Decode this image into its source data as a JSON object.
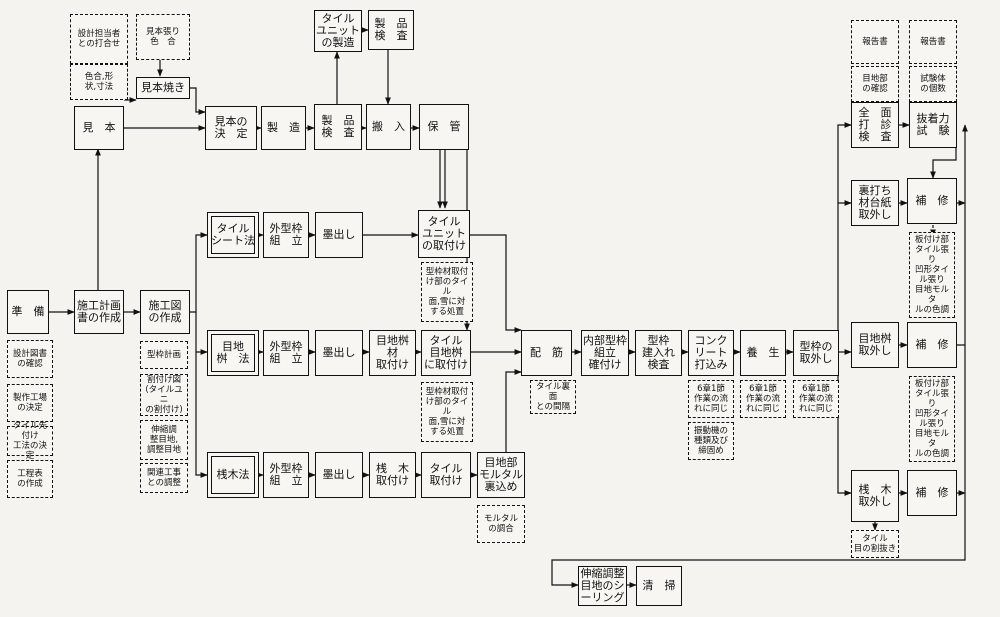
{
  "nodes": [
    {
      "id": "n-junbi",
      "text": "準　備",
      "note": false
    },
    {
      "id": "n-sekkei",
      "text": "設計図書\nの確認",
      "note": true
    },
    {
      "id": "n-kojo",
      "text": "製作工場\nの決定",
      "note": true
    },
    {
      "id": "n-tile-saki",
      "text": "タイル先付け\n工法の決定",
      "note": true
    },
    {
      "id": "n-kotei",
      "text": "工程表\nの作成",
      "note": true
    },
    {
      "id": "n-sekou-keikaku",
      "text": "施工計画\n書の作成",
      "note": false
    },
    {
      "id": "n-sekou-zu",
      "text": "施工図\nの作成",
      "note": false
    },
    {
      "id": "n-katawaku-keikaku",
      "text": "型枠計画",
      "note": true
    },
    {
      "id": "n-waritsuke",
      "text": "割付け図\n(タイルユニ\nの割付け)",
      "note": true
    },
    {
      "id": "n-shinshuku",
      "text": "伸縮調\n整目地,\n調整目地",
      "note": true
    },
    {
      "id": "n-kanren",
      "text": "関連工事\nとの調整",
      "note": true
    },
    {
      "id": "n-mihon",
      "text": "見　本",
      "note": false
    },
    {
      "id": "n-sekkei-uchiawase",
      "text": "設計担当者\nとの打合せ",
      "note": true
    },
    {
      "id": "n-iro-katachi",
      "text": "色合,形\n状,寸法",
      "note": true
    },
    {
      "id": "n-mihon-hari",
      "text": "見本張り\n色　合",
      "note": true
    },
    {
      "id": "n-mihon-yaki",
      "text": "見本焼き",
      "note": false
    },
    {
      "id": "n-mihon-kettei",
      "text": "見本の\n決　定",
      "note": false
    },
    {
      "id": "n-seizo",
      "text": "製　造",
      "note": false
    },
    {
      "id": "n-seihin-kensa",
      "text": "製　品\n検　査",
      "note": false
    },
    {
      "id": "n-tile-unit-seizo",
      "text": "タイル\nユニット\nの製造",
      "note": false
    },
    {
      "id": "n-seihin-kensa2",
      "text": "製　品\n検　査",
      "note": false
    },
    {
      "id": "n-hannyu",
      "text": "搬　入",
      "note": false
    },
    {
      "id": "n-hokan",
      "text": "保　管",
      "note": false
    },
    {
      "id": "n-tile-sheet",
      "text": "タイル\nシート法",
      "note": false,
      "double": true
    },
    {
      "id": "n-gaikei-1",
      "text": "外型枠\n組　立",
      "note": false
    },
    {
      "id": "n-sumidashi-1",
      "text": "墨出し",
      "note": false
    },
    {
      "id": "n-unit-toritsuke",
      "text": "タイル\nユニット\nの取付け",
      "note": false
    },
    {
      "id": "n-note-1",
      "text": "型枠材取付\nけ部のタイル\n面,雪に対\nする処置",
      "note": true
    },
    {
      "id": "n-mejiwaku",
      "text": "目地\n桝　法",
      "note": false,
      "double": true
    },
    {
      "id": "n-gaikei-2",
      "text": "外型枠\n組　立",
      "note": false
    },
    {
      "id": "n-sumidashi-2",
      "text": "墨出し",
      "note": false
    },
    {
      "id": "n-mejiwakuzai",
      "text": "目地桝材\n取付け",
      "note": false
    },
    {
      "id": "n-tile-mejiwaku",
      "text": "タイル\n目地桝\nに取付け",
      "note": false
    },
    {
      "id": "n-note-2",
      "text": "型枠材取付\nけ部のタイル\n面,雪に対\nする処置",
      "note": true
    },
    {
      "id": "n-sanbou",
      "text": "桟木法",
      "note": false,
      "double": true
    },
    {
      "id": "n-gaikei-3",
      "text": "外型枠\n組　立",
      "note": false
    },
    {
      "id": "n-sumidashi-3",
      "text": "墨出し",
      "note": false
    },
    {
      "id": "n-sangi",
      "text": "桟　木\n取付け",
      "note": false
    },
    {
      "id": "n-tile-toritsuke",
      "text": "タイル\n取付け",
      "note": false
    },
    {
      "id": "n-mejibu",
      "text": "目地部\nモルタル\n裏込め",
      "note": false
    },
    {
      "id": "n-mortar",
      "text": "モルタル\nの調合",
      "note": true
    },
    {
      "id": "n-haikin",
      "text": "配　筋",
      "note": false
    },
    {
      "id": "n-tile-ura",
      "text": "タイル裏面\nとの間隔",
      "note": true
    },
    {
      "id": "n-naibu",
      "text": "内部型枠\n組立\n確付け",
      "note": false
    },
    {
      "id": "n-katawaku-kensa",
      "text": "型枠\n建入れ\n検査",
      "note": false
    },
    {
      "id": "n-concrete",
      "text": "コンク\nリート\n打込み",
      "note": false
    },
    {
      "id": "n-note-6a",
      "text": "6章1節\n作業の流\nれに同じ",
      "note": true
    },
    {
      "id": "n-note-kakuhan",
      "text": "振動機の\n種類及び\n締固め",
      "note": true
    },
    {
      "id": "n-yojo",
      "text": "養　生",
      "note": false
    },
    {
      "id": "n-note-6b",
      "text": "6章1節\n作業の流\nれに同じ",
      "note": true
    },
    {
      "id": "n-katawaku-toribazushi",
      "text": "型枠の\n取外し",
      "note": false
    },
    {
      "id": "n-note-6c",
      "text": "6章1節\n作業の流\nれに同じ",
      "note": true
    },
    {
      "id": "n-houkoku-1",
      "text": "報告書",
      "note": true
    },
    {
      "id": "n-mejibu-kakunin",
      "text": "目地部\nの確認",
      "note": true
    },
    {
      "id": "n-zenmen",
      "text": "全　面\n打　診\n検　査",
      "note": false
    },
    {
      "id": "n-houkoku-2",
      "text": "報告書",
      "note": true
    },
    {
      "id": "n-shikentai",
      "text": "試験体\nの個数",
      "note": true
    },
    {
      "id": "n-hikinuki",
      "text": "抜着力\n試　験",
      "note": false
    },
    {
      "id": "n-urauchi",
      "text": "裏打ち\n材台紙\n取外し",
      "note": false
    },
    {
      "id": "n-hoshu-1",
      "text": "補　修",
      "note": false
    },
    {
      "id": "n-note-h1",
      "text": "板付け部\nタイル張り\n凹形タイ\nル張り\n目地モルタ\nルの色調",
      "note": true
    },
    {
      "id": "n-mejiwaku-toribazushi",
      "text": "目地桝\n取外し",
      "note": false
    },
    {
      "id": "n-hoshu-2",
      "text": "補　修",
      "note": false
    },
    {
      "id": "n-note-h2",
      "text": "板付け部\nタイル張り\n凹形タイ\nル張り\n目地モルタ\nルの色調",
      "note": true
    },
    {
      "id": "n-sangi-toribazushi",
      "text": "桟　木\n取外し",
      "note": false
    },
    {
      "id": "n-hoshu-3",
      "text": "補　修",
      "note": false
    },
    {
      "id": "n-tile-mejiume",
      "text": "タイル\n目の割抜き",
      "note": true
    },
    {
      "id": "n-shinshuku-seal",
      "text": "伸縮調整\n目地のシ\nーリング",
      "note": false
    },
    {
      "id": "n-seisou",
      "text": "清　掃",
      "note": false
    }
  ]
}
